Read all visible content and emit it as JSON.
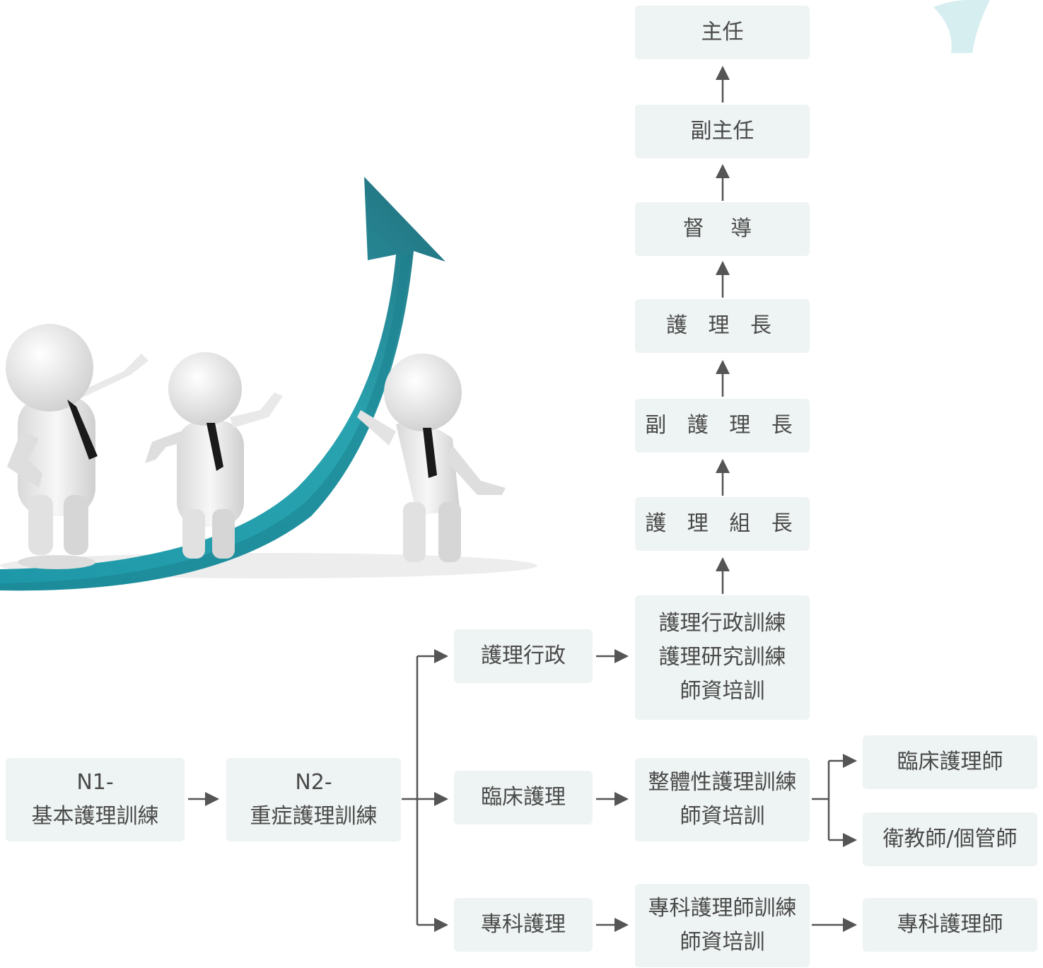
{
  "colors": {
    "box_bg": "#eef4f3",
    "text": "#4a4a4a",
    "connector": "#555555",
    "arrow_teal": "#2a9aa6",
    "arrow_teal_dark": "#1f6f7c"
  },
  "icons": [
    "growth-arrow-illustration",
    "figures-illustration"
  ],
  "ladder": {
    "director": "主任",
    "deputy_director": "副主任",
    "supervisor": "督 導",
    "head_nurse": "護 理 長",
    "deputy_head_nurse": "副 護 理 長",
    "nursing_team_leader": "護 理 組 長"
  },
  "levels": {
    "n1": {
      "line1": "N1-",
      "line2": "基本護理訓練"
    },
    "n2": {
      "line1": "N2-",
      "line2": "重症護理訓練"
    }
  },
  "tracks": {
    "admin": "護理行政",
    "clinical": "臨床護理",
    "specialty": "專科護理"
  },
  "training": {
    "admin": [
      "護理行政訓練",
      "護理研究訓練",
      "師資培訓"
    ],
    "clinical": [
      "整體性護理訓練",
      "師資培訓"
    ],
    "specialty": [
      "專科護理師訓練",
      "師資培訓"
    ]
  },
  "outcomes": {
    "clinical_nurse": "臨床護理師",
    "educator_case_manager": "衛教師/個管師",
    "nurse_practitioner": "專科護理師"
  }
}
